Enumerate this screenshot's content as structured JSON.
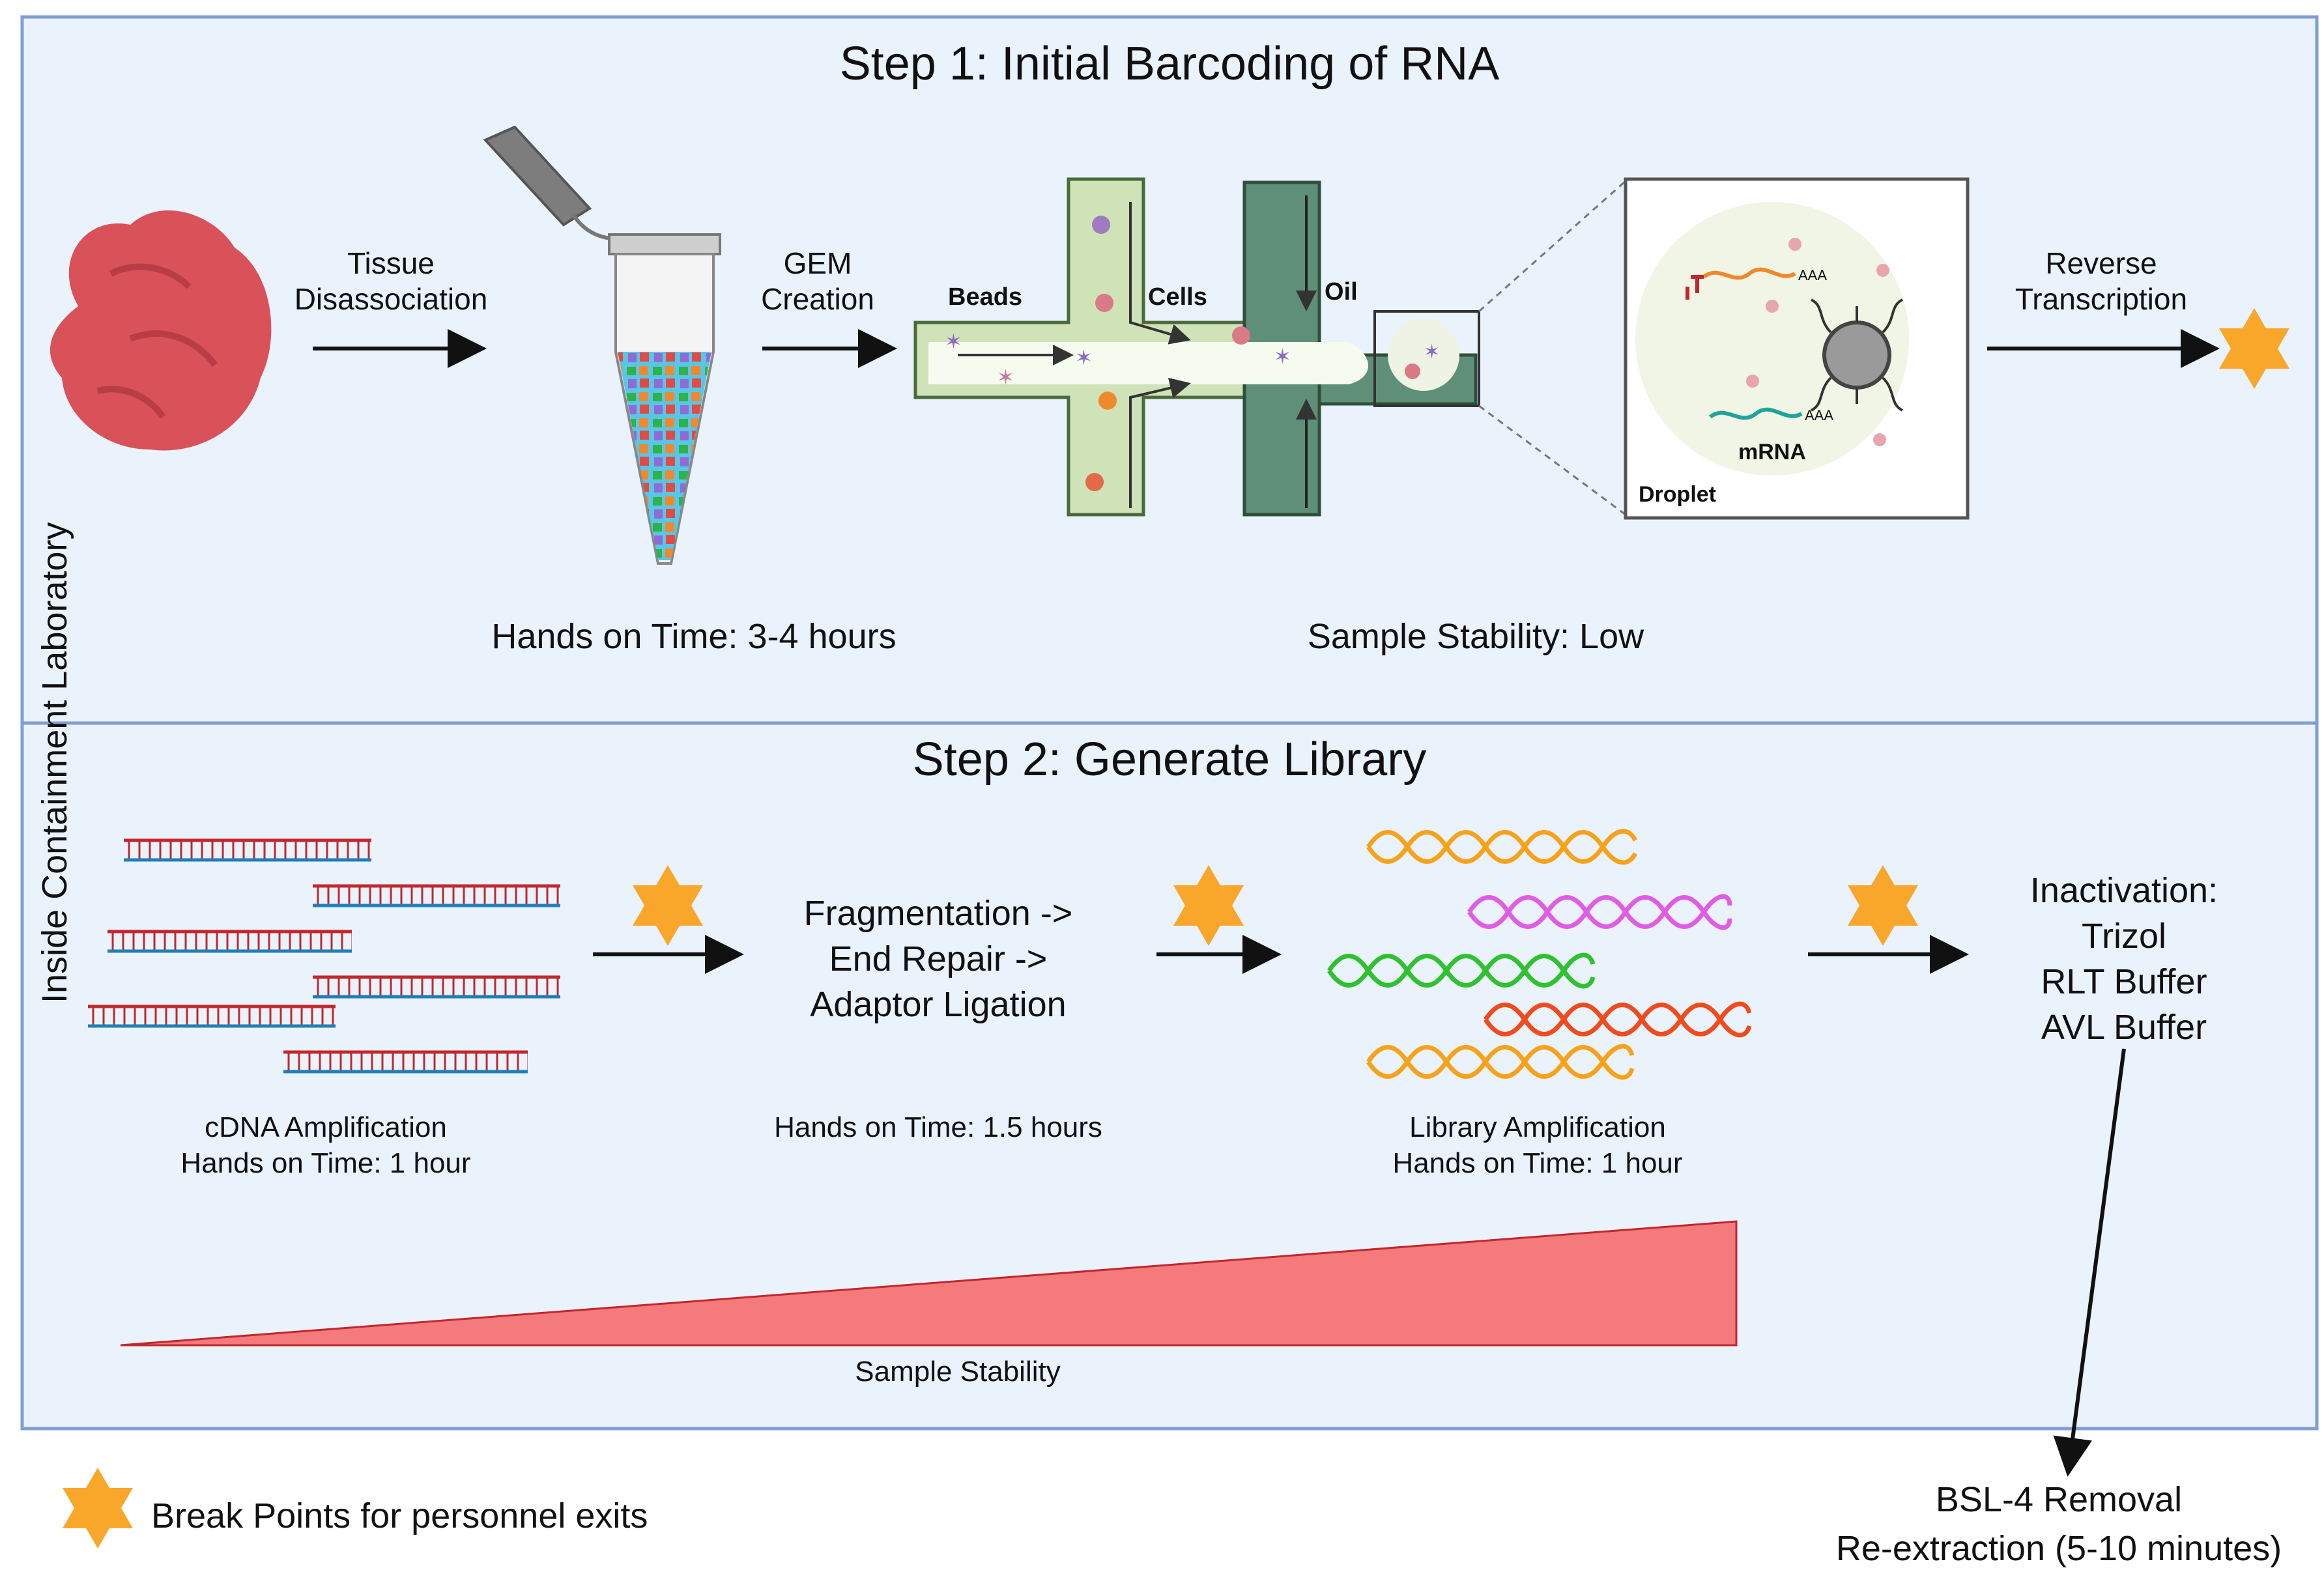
{
  "step1": {
    "title": "Step 1: Initial Barcoding of RNA",
    "tissue_label": [
      "Tissue",
      "Disassociation"
    ],
    "gem_label": [
      "GEM",
      "Creation"
    ],
    "chip_labels": {
      "beads": "Beads",
      "cells": "Cells",
      "oil": "Oil"
    },
    "droplet_labels": {
      "aaa1": "AAA",
      "aaa2": "AAA",
      "mrna": "mRNA",
      "droplet": "Droplet"
    },
    "rt_label": [
      "Reverse",
      "Transcription"
    ],
    "hands_on": "Hands on Time: 3-4 hours",
    "stability": "Sample Stability: Low"
  },
  "side_label": "Inside Containment Laboratory",
  "step2": {
    "title": "Step 2: Generate Library",
    "process_lines": [
      "Fragmentation ->",
      "End Repair ->",
      "Adaptor Ligation"
    ],
    "cdna_caption": [
      "cDNA Amplification",
      "Hands on Time: 1 hour"
    ],
    "frag_caption": "Hands on Time: 1.5 hours",
    "lib_caption": [
      "Library Amplification",
      "Hands on Time: 1 hour"
    ],
    "inactivation_lines": [
      "Inactivation:",
      "Trizol",
      "RLT Buffer",
      "AVL Buffer"
    ],
    "stability_label": "Sample Stability"
  },
  "removal_lines": [
    "BSL-4 Removal",
    "Re-extraction (5-10 minutes)"
  ],
  "legend_label": "Break Points for personnel exits",
  "colors": {
    "panel_fill": "#eaf2fc",
    "panel_border": "#7f9fd3",
    "star": "#f9a72b",
    "wedge": "#f47a7c",
    "tissue": "#d9525a",
    "chip_light": "#cfe2b8",
    "chip_dark": "#5f8f78"
  }
}
